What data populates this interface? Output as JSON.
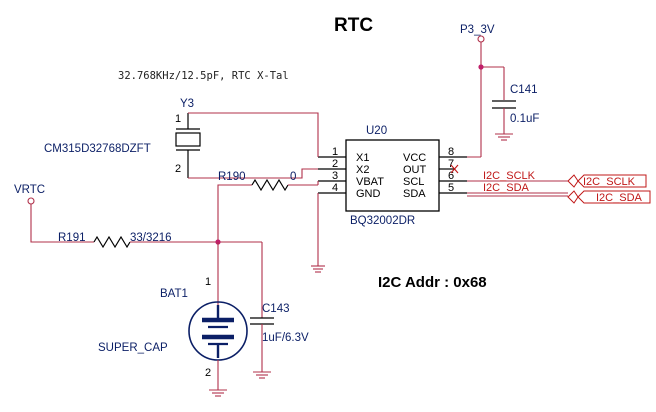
{
  "title": "RTC",
  "note": "32.768KHz/12.5pF, RTC X-Tal",
  "i2c_addr": "I2C Addr : 0x68",
  "power": {
    "p3v": "P3_3V",
    "vrtc": "VRTC"
  },
  "u20": {
    "ref": "U20",
    "part": "BQ32002DR",
    "left_pins": [
      {
        "num": "1",
        "name": "X1"
      },
      {
        "num": "2",
        "name": "X2"
      },
      {
        "num": "3",
        "name": "VBAT"
      },
      {
        "num": "4",
        "name": "GND"
      }
    ],
    "right_pins": [
      {
        "num": "8",
        "name": "VCC"
      },
      {
        "num": "7",
        "name": "OUT"
      },
      {
        "num": "6",
        "name": "SCL"
      },
      {
        "num": "5",
        "name": "SDA"
      }
    ]
  },
  "y3": {
    "ref": "Y3",
    "part": "CM315D32768DZFT",
    "pin1": "1",
    "pin2": "2"
  },
  "c141": {
    "ref": "C141",
    "value": "0.1uF"
  },
  "c143": {
    "ref": "C143",
    "value": "1uF/6.3V"
  },
  "r190": {
    "ref": "R190",
    "value": "0"
  },
  "r191": {
    "ref": "R191",
    "value": "33/3216"
  },
  "bat1": {
    "ref": "BAT1",
    "part": "SUPER_CAP",
    "pin1": "1",
    "pin2": "2"
  },
  "nets": {
    "scl_wire": "I2C_SCLK",
    "sda_wire": "I2C_SDA",
    "scl_port": "I2C_SCLK",
    "sda_port": "I2C_SDA"
  },
  "colors": {
    "wire": "#b0304a",
    "junction": "#c0206a",
    "net_label": "#c01818",
    "ref_text": "#0b1f66"
  }
}
